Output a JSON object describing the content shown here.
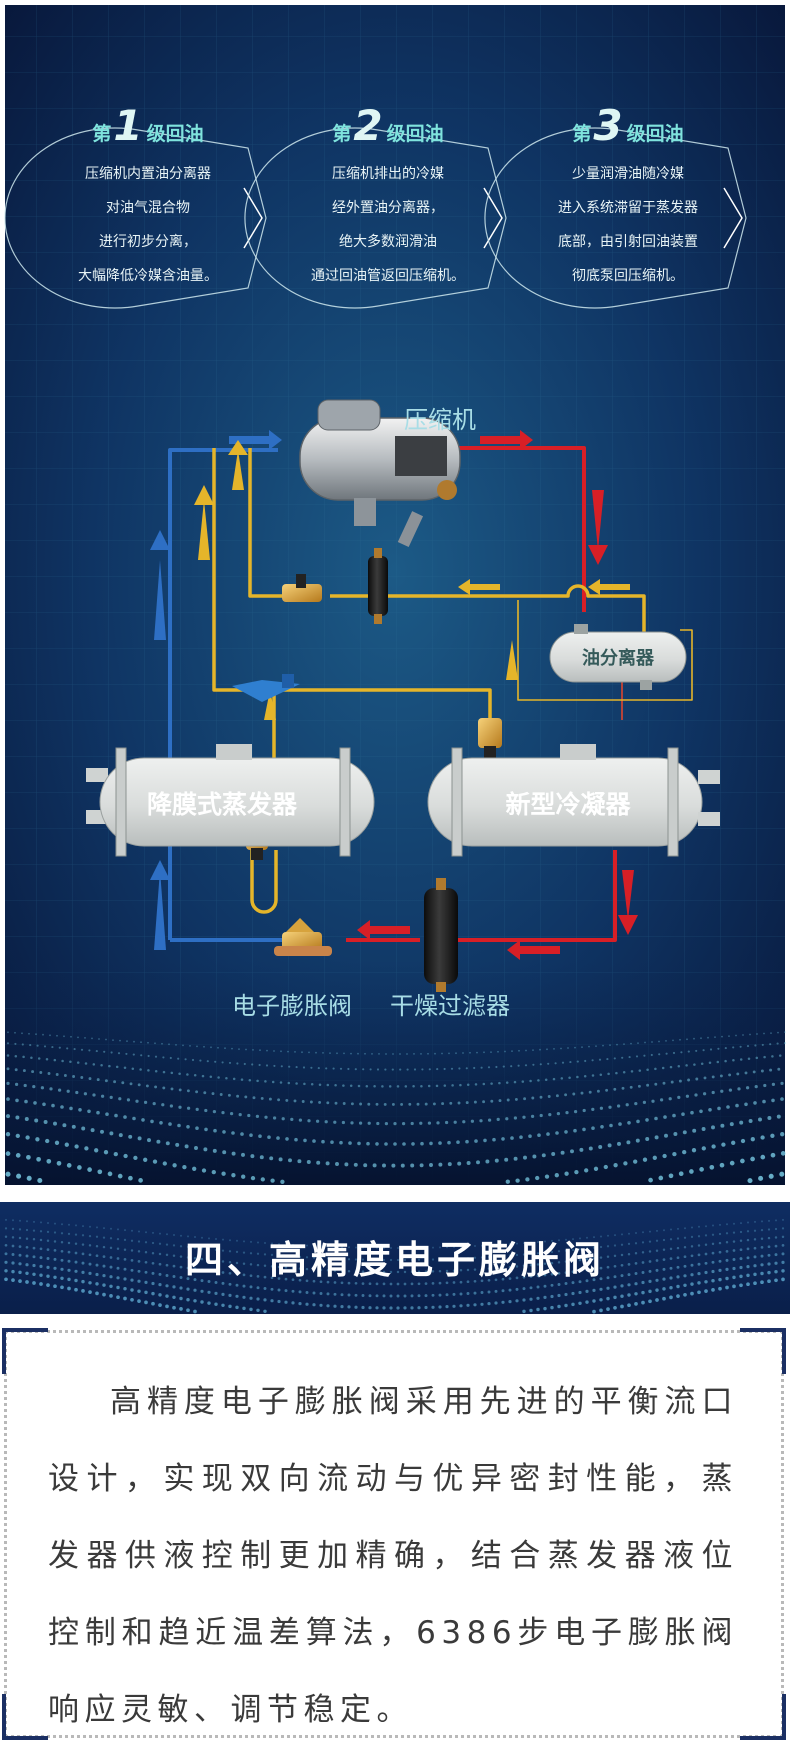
{
  "stages": [
    {
      "prefix": "第",
      "number": "1",
      "suffix": "级回油",
      "lines": [
        "压缩机内置油分离器",
        "对油气混合物",
        "进行初步分离，",
        "大幅降低冷媒含油量。"
      ]
    },
    {
      "prefix": "第",
      "number": "2",
      "suffix": "级回油",
      "lines": [
        "压缩机排出的冷媒",
        "经外置油分离器，",
        "绝大多数润滑油",
        "通过回油管返回压缩机。"
      ]
    },
    {
      "prefix": "第",
      "number": "3",
      "suffix": "级回油",
      "lines": [
        "少量润滑油随冷媒",
        "进入系统滞留于蒸发器",
        "底部，由引射回油装置",
        "彻底泵回压缩机。"
      ]
    }
  ],
  "components": {
    "compressor": "压缩机",
    "oil_separator": "油分离器",
    "evaporator": "降膜式蒸发器",
    "condenser": "新型冷凝器",
    "expansion_valve": "电子膨胀阀",
    "filter_drier": "干燥过滤器"
  },
  "section": {
    "title": "四、高精度电子膨胀阀",
    "paragraph": "高精度电子膨胀阀采用先进的平衡流口设计，实现双向流动与优异密封性能，蒸发器供液控制更加精确，结合蒸发器液位控制和趋近温差算法，6386步电子膨胀阀响应灵敏、调节稳定。"
  },
  "colors": {
    "background": "#0f2f5c",
    "stage_text": "#7fe3dd",
    "pipe_blue": "#2e6fc4",
    "pipe_yellow": "#e5b52a",
    "pipe_red": "#d81f26",
    "vessel": "#dde0df",
    "title_text": "#ffffff",
    "frame_accent": "#1b2f63"
  }
}
